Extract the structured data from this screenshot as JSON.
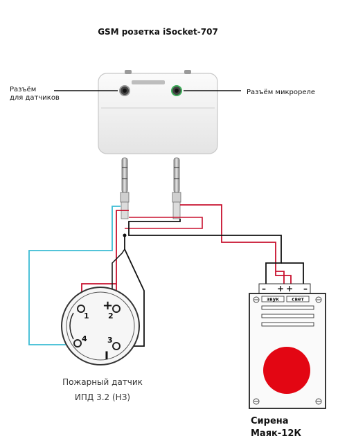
{
  "title": "GSM розетка iSocket-707",
  "device": {
    "left_port_label_line1": "Разъём",
    "left_port_label_line2": "для датчиков",
    "right_port_label": "Разъём микрореле"
  },
  "sensor": {
    "caption_line1": "Пожарный датчик",
    "caption_line2": "ИПД 3.2 (НЗ)",
    "pins": [
      "1",
      "2",
      "3",
      "4"
    ],
    "plus_sign": "+",
    "minus_sign": "I"
  },
  "siren": {
    "terminal_signs": [
      "–",
      "+",
      "+",
      "–"
    ],
    "zvuk_label": "звук",
    "svet_label": "свет",
    "name_line1": "Сирена",
    "name_line2": "Маяк-12К"
  },
  "colors": {
    "red_wire": "#c8102e",
    "black_wire": "#111111",
    "cyan_wire": "#3bbcd4",
    "lamp": "#e30613"
  }
}
